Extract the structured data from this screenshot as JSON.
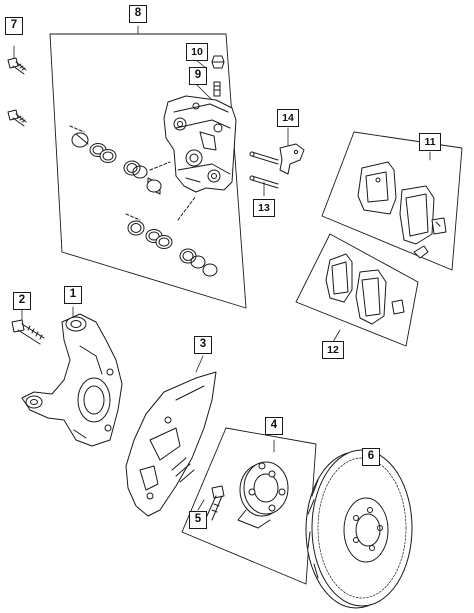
{
  "diagram": {
    "callouts": [
      {
        "id": "c1",
        "label": "1",
        "part": "steering-knuckle"
      },
      {
        "id": "c2",
        "label": "2",
        "part": "knuckle-bolt"
      },
      {
        "id": "c3",
        "label": "3",
        "part": "brake-dust-shield"
      },
      {
        "id": "c4",
        "label": "4",
        "part": "hub-bearing-assembly"
      },
      {
        "id": "c5",
        "label": "5",
        "part": "hub-bolt"
      },
      {
        "id": "c6",
        "label": "6",
        "part": "brake-rotor"
      },
      {
        "id": "c7",
        "label": "7",
        "part": "caliper-mounting-bolts"
      },
      {
        "id": "c8",
        "label": "8",
        "part": "brake-caliper-assembly"
      },
      {
        "id": "c9",
        "label": "9",
        "part": "bleeder-screw"
      },
      {
        "id": "c10",
        "label": "10",
        "part": "bleeder-cap"
      },
      {
        "id": "c11",
        "label": "11",
        "part": "front-brake-pad-set"
      },
      {
        "id": "c12",
        "label": "12",
        "part": "rear-brake-pad-set"
      },
      {
        "id": "c13",
        "label": "13",
        "part": "pad-retaining-pins"
      },
      {
        "id": "c14",
        "label": "14",
        "part": "anti-rattle-clip"
      }
    ],
    "colors": {
      "line": "#1a1a1a",
      "fill": "#ffffff",
      "shade": "#e6e6e6"
    }
  }
}
